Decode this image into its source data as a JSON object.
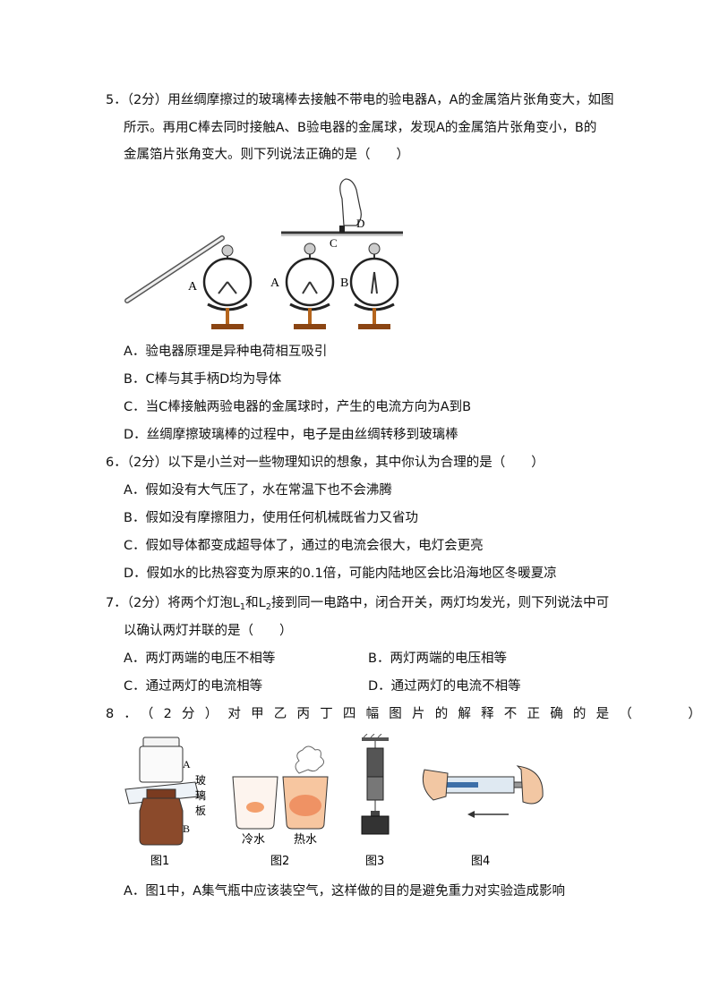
{
  "q5": {
    "line1": "5．（2分）用丝绸摩擦过的玻璃棒去接触不带电的验电器A，A的金属箔片张角变大，如图",
    "line2": "所示。再用C棒去同时接触A、B验电器的金属球，发现A的金属箔片张角变小，B的",
    "line3": "金属箔片张角变大。则下列说法正确的是（　　）",
    "figure": {
      "label_A1": "A",
      "label_A2": "A",
      "label_B": "B",
      "label_C": "C",
      "label_D": "D"
    },
    "options": [
      "A．验电器原理是异种电荷相互吸引",
      "B．C棒与其手柄D均为导体",
      "C．当C棒接触两验电器的金属球时，产生的电流方向为A到B",
      "D．丝绸摩擦玻璃棒的过程中，电子是由丝绸转移到玻璃棒"
    ]
  },
  "q6": {
    "stem": "6．（2分）以下是小兰对一些物理知识的想象，其中你认为合理的是（　　）",
    "options": [
      "A．假如没有大气压了，水在常温下也不会沸腾",
      "B．假如没有摩擦阻力，使用任何机械既省力又省功",
      "C．假如导体都变成超导体了，通过的电流会很大，电灯会更亮",
      "D．假如水的比热容变为原来的0.1倍，可能内陆地区会比沿海地区冬暖夏凉"
    ]
  },
  "q7": {
    "stem_a": "7．（2分）将两个灯泡L",
    "sub1": "1",
    "stem_b": "和L",
    "sub2": "2",
    "stem_c": "接到同一电路中，闭合开关，两灯均发光，则下列说法中可",
    "line2": "以确认两灯并联的是（　　）",
    "options": [
      "A．两灯两端的电压不相等",
      "B．两灯两端的电压相等",
      "C．通过两灯的电流相等",
      "D．通过两灯的电流不相等"
    ]
  },
  "q8": {
    "stem": "8．（2分）对甲乙丙丁四幅图片的解释不正确的是（　　）",
    "figure": {
      "fig1_A": "A",
      "fig1_B": "B",
      "fig1_glass1": "玻",
      "fig1_glass2": "璃",
      "fig1_glass3": "板",
      "cold": "冷水",
      "hot": "热水",
      "cap1": "图1",
      "cap2": "图2",
      "cap3": "图3",
      "cap4": "图4"
    },
    "options": [
      "A．图1中，A集气瓶中应该装空气，这样做的目的是避免重力对实验造成影响"
    ]
  }
}
